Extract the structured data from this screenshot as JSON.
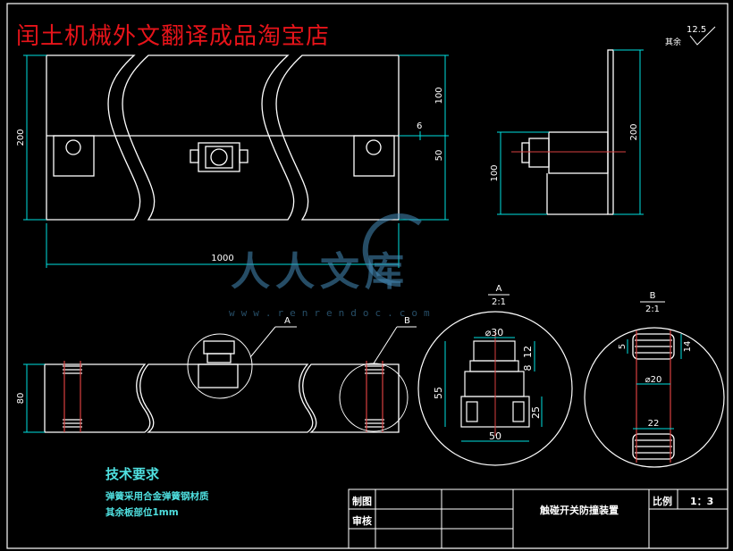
{
  "header": {
    "shop_title": "闰土机械外文翻译成品淘宝店"
  },
  "roughness": {
    "value": "12.5",
    "note": "其余"
  },
  "dimensions": {
    "top_height": "200",
    "top_upper": "100",
    "top_gap": "6",
    "top_lower": "50",
    "top_length": "1000",
    "side_height": "200",
    "side_depth": "100",
    "bottom_height": "80",
    "detail_a_dia": "⌀30",
    "detail_a_h1": "12",
    "detail_a_h2": "8",
    "detail_a_h3": "55",
    "detail_a_h4": "25",
    "detail_a_width": "50",
    "detail_b_pitch": "5",
    "detail_b_h": "14",
    "detail_b_dia": "⌀20",
    "detail_b_width": "22"
  },
  "details": {
    "a_label": "A",
    "a_scale": "2:1",
    "b_label": "B",
    "b_scale": "2:1"
  },
  "watermark": {
    "text": "人人文库",
    "url": "www.renrendoc.com"
  },
  "tech": {
    "title": "技术要求",
    "line1": "弹簧采用合金弹簧钢材质",
    "line2": "其余板部位1mm"
  },
  "title_block": {
    "drawn": "制图",
    "checked": "审核",
    "name": "触碰开关防撞装置",
    "scale_label": "比例",
    "scale_value": "1：3"
  },
  "colors": {
    "outline": "#ffffff",
    "dimension": "#00e0e0",
    "hidden": "#d84040",
    "title": "#e8141a"
  }
}
